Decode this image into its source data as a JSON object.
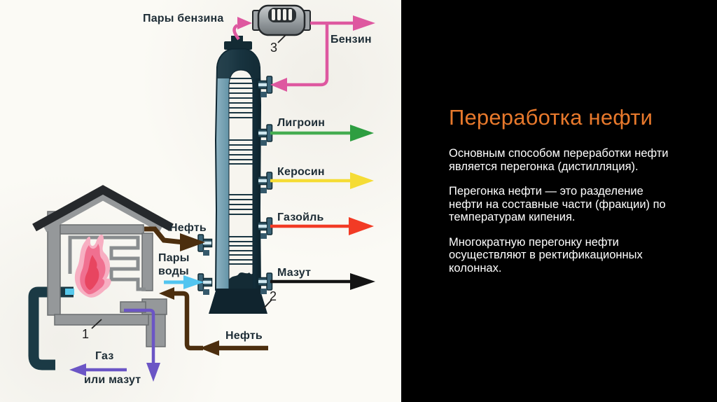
{
  "slide": {
    "title": "Переработка нефти",
    "paragraphs": [
      "Основным способом переработки нефти является перегонка (дистилляция).",
      "Перегонка нефти — это разделение нефти на составные части (фракции) по температурам кипения.",
      "Многократную перегонку нефти осуществляют в ректификационных колоннах."
    ]
  },
  "diagram": {
    "labels": {
      "gasoline_vapors": "Пары бензина",
      "gasoline": "Бензин",
      "ligroin": "Лигроин",
      "kerosene": "Керосин",
      "gasoil": "Газойль",
      "mazut": "Мазут",
      "oil_feed": "Нефть",
      "water_vapors": "Пары\nводы",
      "oil_bottom": "Нефть",
      "gas": "Газ",
      "or_mazut": "или мазут",
      "num_furnace": "1",
      "num_column": "2",
      "num_condenser": "3"
    },
    "colors": {
      "pink": "#DE58A0",
      "green_shaft": "#45AD51",
      "green_head": "#2E9E41",
      "yellow": "#F5DC35",
      "red": "#F23B25",
      "black": "#141414",
      "brown": "#4C2E0E",
      "blue": "#52C5F0",
      "purple": "#6B55C5"
    }
  },
  "theme": {
    "accent_title": "#E8792C",
    "panel_bg": "#000000",
    "image_bg": "#FBFAF5"
  }
}
